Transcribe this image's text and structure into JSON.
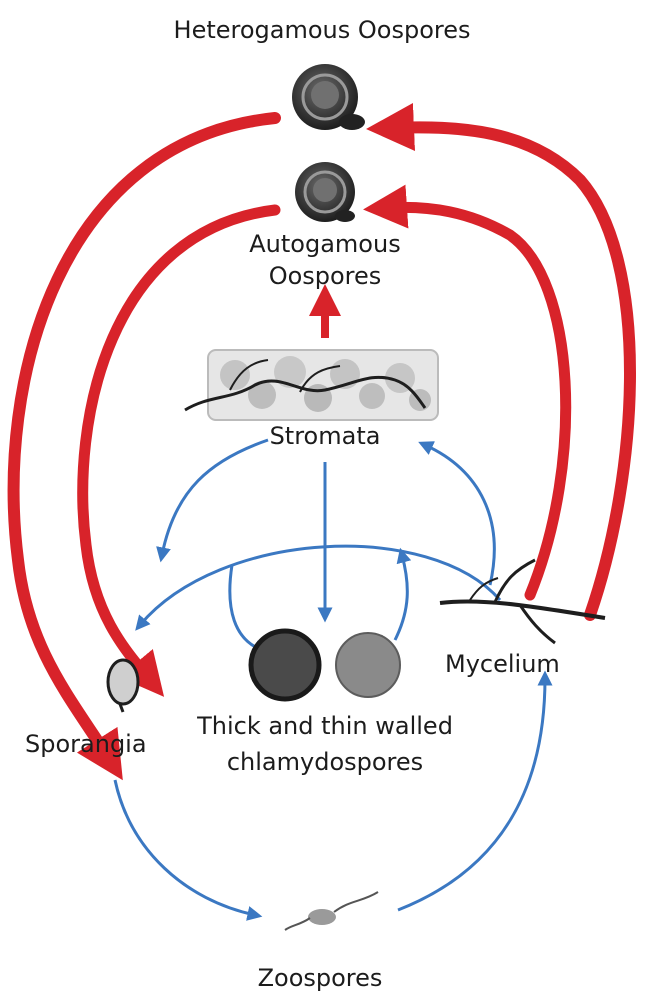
{
  "labels": {
    "heterogamous": "Heterogamous Oospores",
    "autogamous": "Autogamous\nOospores",
    "stromata": "Stromata",
    "mycelium": "Mycelium",
    "sporangia": "Sporangia",
    "chlamydospores": "Thick and thin walled\nchlamydospores",
    "zoospores": "Zoospores"
  },
  "icons": {
    "heterogamous_oospore": "oospore-icon",
    "autogamous_oospore": "oospore-icon",
    "stromata": "stromata-icon",
    "mycelium": "mycelium-icon",
    "sporangium": "sporangium-icon",
    "thick_chlamydospore": "chlamydospore-thick-icon",
    "thin_chlamydospore": "chlamydospore-thin-icon",
    "zoospore": "zoospore-icon"
  },
  "colors": {
    "red_arrow": "#d8232a",
    "blue_arrow": "#3b78c2",
    "oospore_dark": "#2b2b2b",
    "chlamydospore_thick": "#4a4a4a",
    "chlamydospore_thin": "#8a8a8a",
    "text": "#1c1c1c"
  }
}
